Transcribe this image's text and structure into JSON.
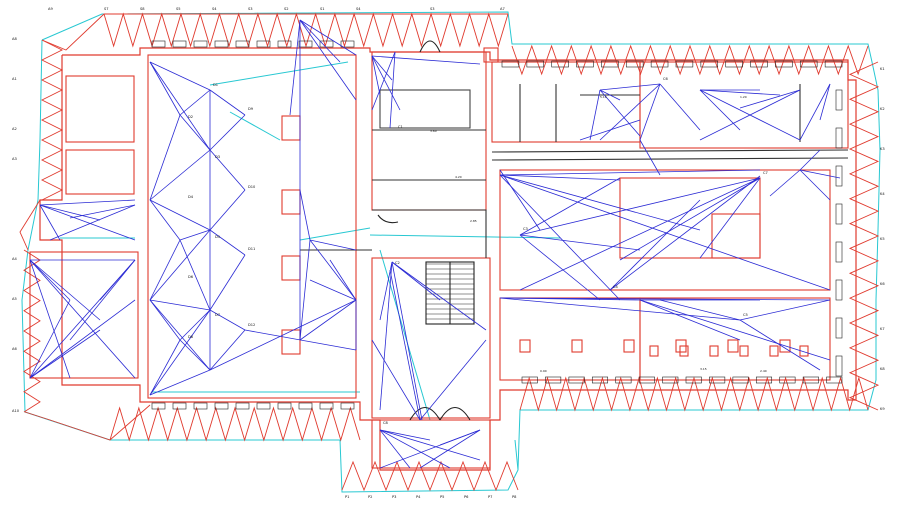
{
  "drawing": {
    "kind": "floor-plan-triangulation",
    "colors": {
      "outline": "#e03b2f",
      "walls": "#333333",
      "survey_lines": "#2b2bd4",
      "traverse": "#28c8d2",
      "labels": "#111111"
    },
    "station_labels_top": [
      "A9",
      "S7",
      "S8",
      "S5",
      "S4",
      "S3",
      "S2",
      "S1",
      "S4",
      "S3",
      "A7"
    ],
    "station_labels_right": [
      "K1",
      "K2",
      "K3",
      "K4",
      "K5",
      "K6",
      "K7",
      "K8",
      "K9"
    ],
    "station_labels_bottom": [
      "P1",
      "P2",
      "P3",
      "P4",
      "P5",
      "P6",
      "P7",
      "P8"
    ],
    "station_labels_left": [
      "A8",
      "A1",
      "A2",
      "A3",
      "A4",
      "A5",
      "A6",
      "A10"
    ],
    "interior_labels": [
      "D1",
      "D2",
      "D3",
      "D4",
      "D5",
      "D6",
      "D7",
      "D8",
      "D9",
      "D10",
      "D11",
      "D12",
      "C1",
      "C2",
      "C3",
      "C4",
      "C5",
      "C6",
      "C7",
      "C8"
    ],
    "dimension_labels": [
      "3.60",
      "4.20",
      "2.85",
      "5.10",
      "1.20",
      "0.90",
      "3.15",
      "2.40"
    ]
  }
}
